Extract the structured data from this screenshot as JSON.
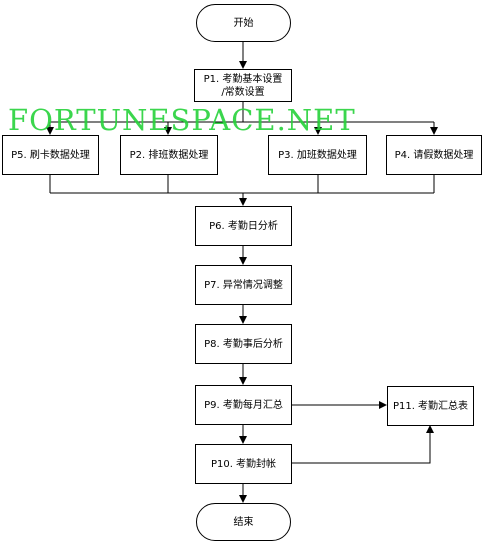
{
  "flowchart": {
    "start": "开始",
    "p1": "P1. 考勤基本设置\n/常数设置",
    "p5": "P5. 刷卡数据处理",
    "p2": "P2. 排班数据处理",
    "p3": "P3. 加班数据处理",
    "p4": "P4. 请假数据处理",
    "p6": "P6. 考勤日分析",
    "p7": "P7. 异常情况调整",
    "p8": "P8. 考勤事后分析",
    "p9": "P9. 考勤每月汇总",
    "p11": "P11. 考勤汇总表",
    "p10": "P10. 考勤封帐",
    "end": "结束"
  },
  "watermark": "FORTUNESPACE.NET"
}
